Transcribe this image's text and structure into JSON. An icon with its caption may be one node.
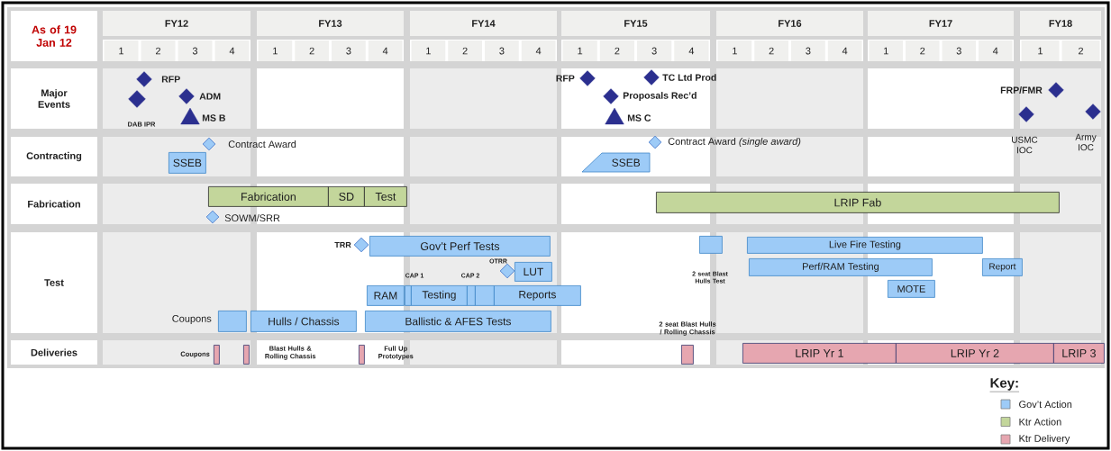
{
  "diagram": {
    "nodes": [
      {
        "text": [
          "Major Events"
        ]
      },
      {
        "text": [],
        "shape": "diamond",
        "beside": [
          "RFP"
        ]
      },
      {
        "text": [],
        "shape": "diamond",
        "beside": [
          "DAB IPR"
        ]
      },
      {
        "text": [],
        "shape": "diamond",
        "beside": [
          "ADM"
        ]
      },
      {
        "text": [],
        "shape": "triangle",
        "beside": [
          "MS B"
        ]
      },
      {
        "text": [],
        "shape": "diamond",
        "beside": [
          "RFP"
        ]
      },
      {
        "text": [],
        "shape": "diamond",
        "beside": [
          "TC Ltd Prod"
        ]
      },
      {
        "text": [],
        "shape": "diamond",
        "beside": [
          "Proposals Rec’d"
        ]
      },
      {
        "text": [],
        "shape": "triangle",
        "beside": [
          "MS C"
        ]
      },
      {
        "text": [],
        "shape": "diamond",
        "beside": [
          "FRP/FMR"
        ]
      },
      {
        "text": [],
        "shape": "diamond",
        "beside": [
          "USMC IOC"
        ]
      },
      {
        "text": [],
        "shape": "diamond",
        "beside": [
          "Army IOC"
        ]
      },
      {
        "text": [
          "Contracting"
        ]
      },
      {
        "text": [],
        "shape": "diamond",
        "beside": [
          "Contract Award"
        ]
      },
      {
        "text": [
          "SSEB"
        ]
      },
      {
        "text": [],
        "shape": "diamond",
        "beside": [
          "Contract Award *(single award)*"
        ]
      },
      {
        "text": [
          "SSEB"
        ]
      },
      {
        "text": [
          "Fabrication"
        ]
      },
      {
        "text": [
          "Fabrication"
        ]
      },
      {
        "text": [
          "SD"
        ]
      },
      {
        "text": [
          "Test"
        ]
      },
      {
        "text": [],
        "shape": "diamond",
        "beside": [
          "SOWM/SRR"
        ]
      },
      {
        "text": [
          "LRIP Fab"
        ]
      },
      {
        "text": [
          "Test"
        ]
      },
      {
        "text": [],
        "shape": "diamond",
        "beside": [
          "TRR"
        ]
      },
      {
        "text": [
          "Gov’t Perf Tests"
        ]
      },
      {
        "text": [],
        "shape": "diamond",
        "beside": [
          "OTRR"
        ]
      },
      {
        "text": [
          "LUT"
        ]
      },
      {
        "text": [
          "RAM"
        ]
      },
      {
        "text": [],
        "shape": "bar",
        "beside": [
          "CAP 1"
        ]
      },
      {
        "text": [
          "Testing"
        ]
      },
      {
        "text": [],
        "shape": "bar",
        "beside": [
          "CAP 2"
        ]
      },
      {
        "text": [],
        "shape": "bar"
      },
      {
        "text": [
          "Reports"
        ]
      },
      {
        "text": [],
        "shape": "bar",
        "beside": [
          "Coupons"
        ]
      },
      {
        "text": [
          "Hulls / Chassis"
        ]
      },
      {
        "text": [
          "Ballistic & AFES Tests"
        ]
      },
      {
        "text": [],
        "shape": "bar",
        "beside": [
          "2 seat Blast Hulls Test"
        ]
      },
      {
        "text": [
          "Live Fire Testing"
        ]
      },
      {
        "text": [
          "Perf/RAM Testing"
        ]
      },
      {
        "text": [
          "Report"
        ]
      },
      {
        "text": [
          "MOTE"
        ]
      },
      {
        "text": [
          "Deliveries"
        ]
      },
      {
        "text": [],
        "shape": "bar",
        "beside": [
          "Coupons"
        ]
      },
      {
        "text": [],
        "shape": "bar",
        "beside": [
          "Blast Hulls & Rolling Chassis"
        ]
      },
      {
        "text": [],
        "shape": "bar",
        "beside": [
          "Full Up Prototypes"
        ]
      },
      {
        "text": [],
        "shape": "bar",
        "beside": [
          "2 seat Blast Hulls / Rolling Chassis"
        ]
      },
      {
        "text": [
          "LRIP Yr 1"
        ]
      },
      {
        "text": [
          "LRIP Yr 2"
        ]
      },
      {
        "text": [
          "LRIP 3"
        ]
      }
    ],
    "labels": [
      "As of 19 Jan 12",
      "FY12",
      "FY13",
      "FY14",
      "FY15",
      "FY16",
      "FY17",
      "FY18",
      "1",
      "2",
      "3",
      "4",
      "1",
      "2",
      "3",
      "4",
      "1",
      "2",
      "3",
      "4",
      "1",
      "2",
      "3",
      "4",
      "1",
      "2",
      "3",
      "4",
      "1",
      "2",
      "3",
      "4",
      "1",
      "2",
      "Key:"
    ],
    "legend": [
      {
        "text": "Gov’t Action",
        "color": "#9dcbf7"
      },
      {
        "text": "Ktr Action",
        "color": "#c3d69b"
      },
      {
        "text": "Ktr Delivery",
        "color": "#e6a6b0"
      }
    ]
  }
}
